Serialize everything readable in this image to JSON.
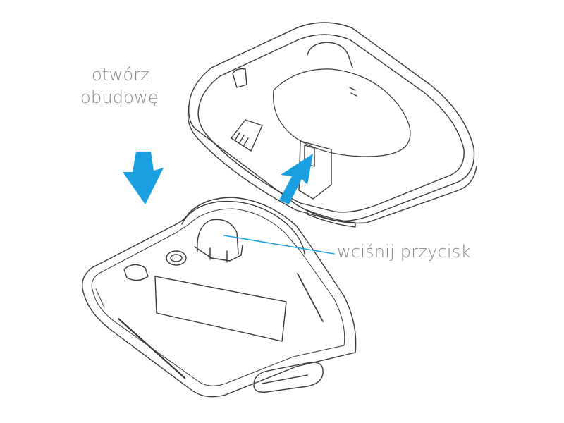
{
  "labels": {
    "open_case_line1": "otwórz",
    "open_case_line2": "obudowę",
    "press_button": "wciśnij przycisk"
  },
  "colors": {
    "arrow": "#1aa0e0",
    "leader_line": "#1aa0e0",
    "label_text": "#8a8a8a",
    "outline": "#3a3a3a"
  },
  "icons": {
    "down_arrow": "down-arrow-icon",
    "up_arrow": "up-right-arrow-icon"
  }
}
